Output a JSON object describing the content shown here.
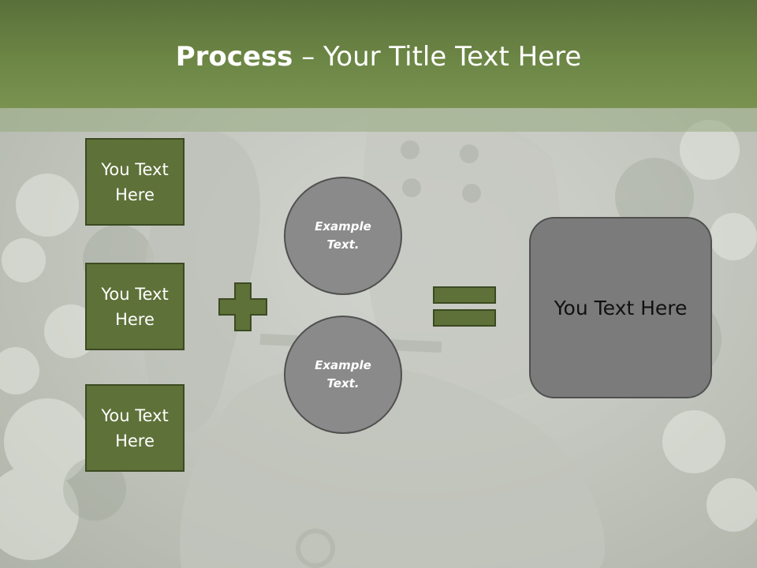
{
  "slide": {
    "title_bold": "Process",
    "title_rest": " – Your Title Text Here",
    "inputs": [
      {
        "label": "You Text Here"
      },
      {
        "label": "You Text Here"
      },
      {
        "label": "You Text Here"
      }
    ],
    "circles": [
      {
        "label": "Example Text."
      },
      {
        "label": "Example Text."
      }
    ],
    "result_label": "You Text Here",
    "plus_icon": "plus-icon",
    "equals_icon": "equals-icon"
  },
  "colors": {
    "title_bar": "#6c8645",
    "box_fill": "#5e7138",
    "circle_fill": "#8a8a8a",
    "result_fill": "#7b7b7b"
  }
}
